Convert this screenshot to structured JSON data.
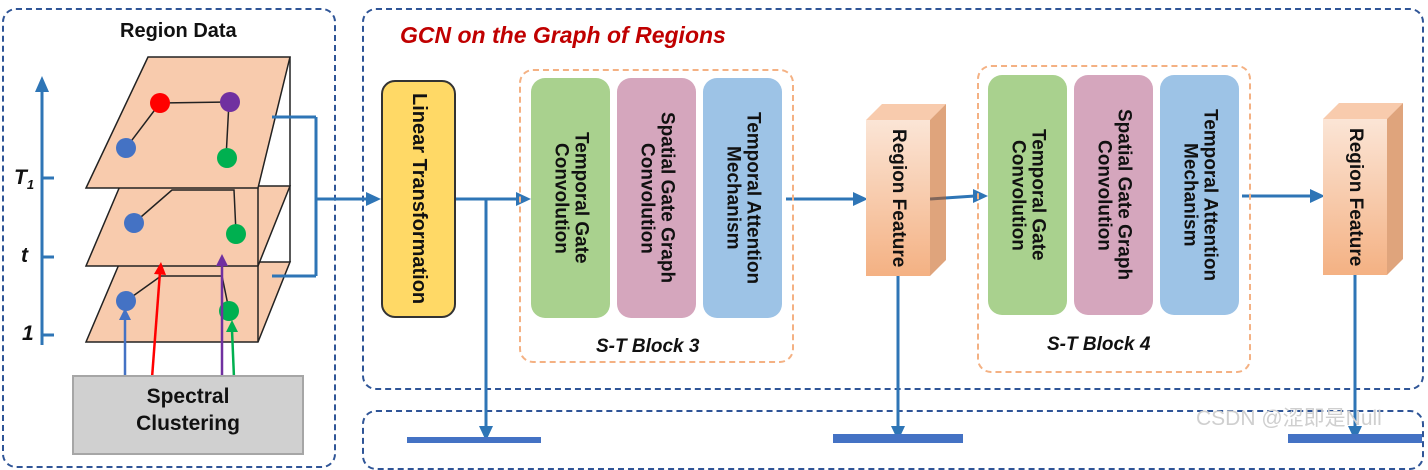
{
  "region_data": {
    "title": "Region Data"
  },
  "axis": {
    "t1": "T",
    "t1_sub": "1",
    "t": "t",
    "one": "1"
  },
  "spectral": {
    "line1": "Spectral",
    "line2": "Clustering"
  },
  "gcn": {
    "title": "GCN on the Graph of Regions"
  },
  "linear": {
    "label": "Linear Transformation"
  },
  "block3": {
    "label": "S-T Block 3",
    "items": [
      "Temporal Gate Convolution",
      "Spatial Gate Graph Convolution",
      "Temporal Attention Mechanism"
    ]
  },
  "block4": {
    "label": "S-T  Block 4",
    "items": [
      "Temporal Gate Convolution",
      "Spatial Gate Graph Convolution",
      "Temporal Attention Mechanism"
    ]
  },
  "feature1": {
    "label": "Region Feature"
  },
  "feature2": {
    "label": "Region Feature"
  },
  "colors": {
    "blue_line": "#2e75b6",
    "green": "#a9d18e",
    "pink": "#d5a6bd",
    "lightblue": "#9dc3e6",
    "yellow": "#ffd966",
    "title_red": "#c00000"
  },
  "watermark": "CSDN @涩即是Null"
}
